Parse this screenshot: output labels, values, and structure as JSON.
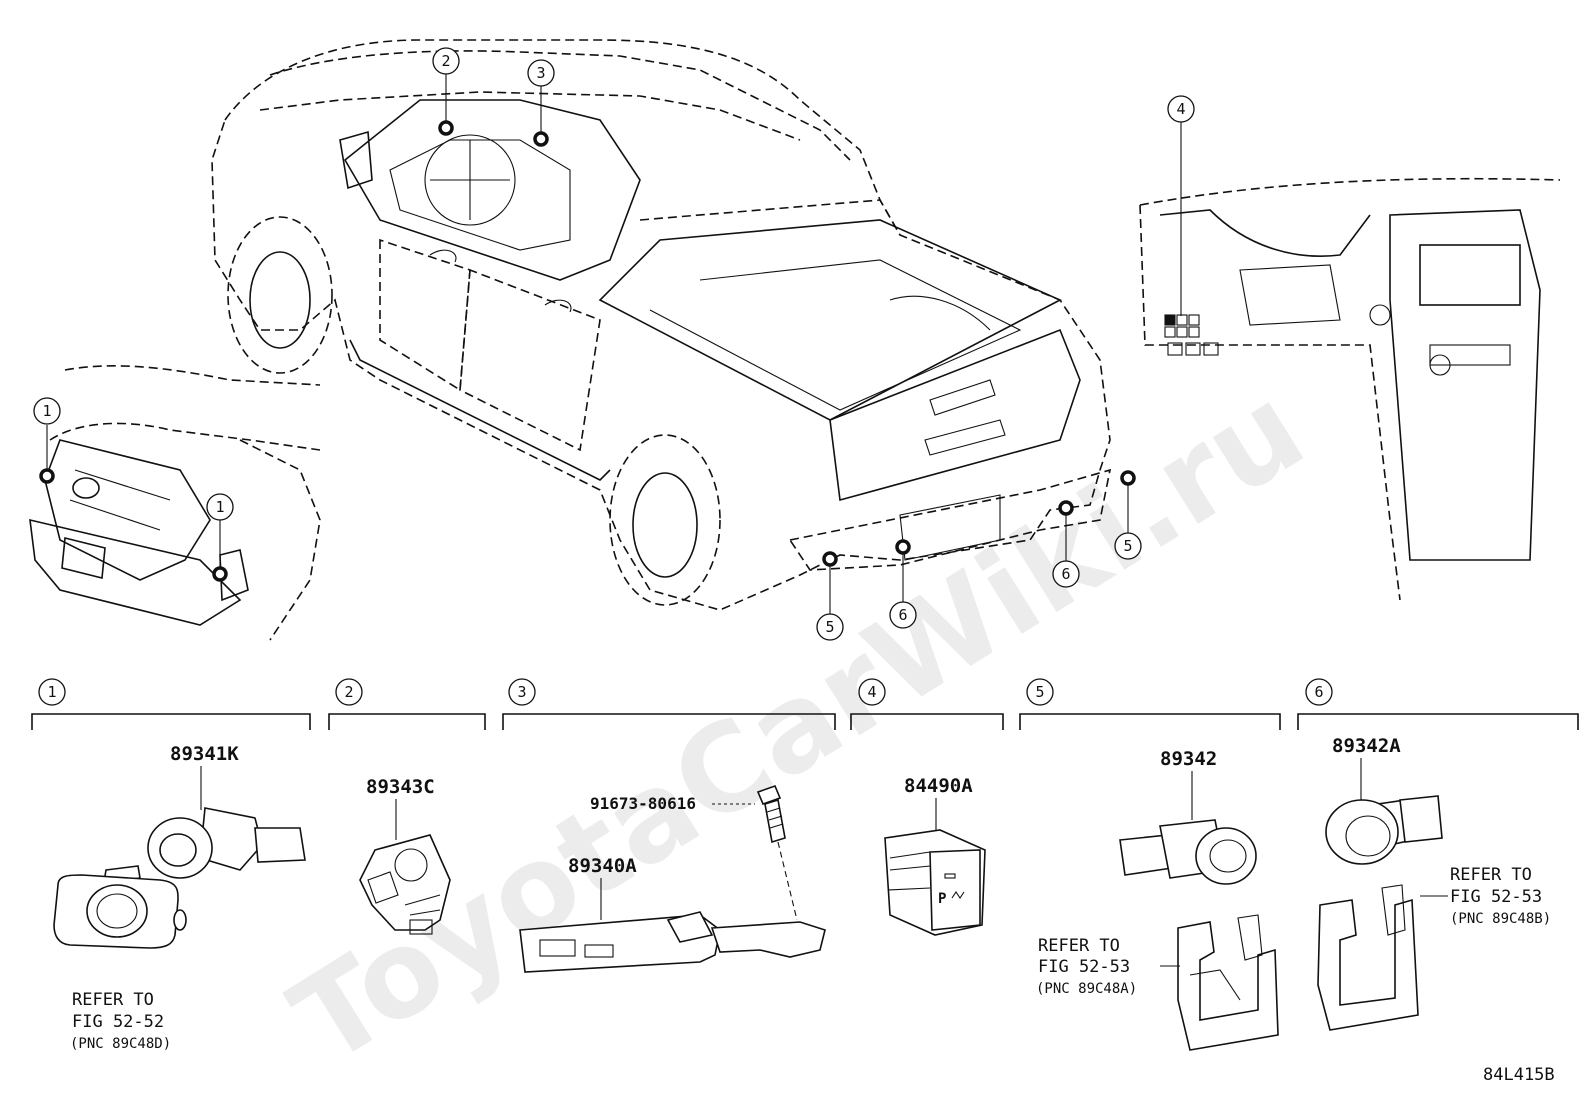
{
  "watermark": "ToyotaCarWiki.ru",
  "diagram_code": "84L415B",
  "callout_markers": [
    "1",
    "1",
    "2",
    "3",
    "4",
    "5",
    "5",
    "6",
    "6"
  ],
  "sections": [
    {
      "number": "1",
      "parts": [
        "89341K"
      ],
      "refer": [
        "REFER TO",
        "FIG 52-52",
        "(PNC 89C48D)"
      ]
    },
    {
      "number": "2",
      "parts": [
        "89343C"
      ]
    },
    {
      "number": "3",
      "parts": [
        "91673-80616",
        "89340A"
      ]
    },
    {
      "number": "4",
      "parts": [
        "84490A"
      ]
    },
    {
      "number": "5",
      "parts": [
        "89342"
      ],
      "refer": [
        "REFER TO",
        "FIG 52-53",
        "(PNC 89C48A)"
      ]
    },
    {
      "number": "6",
      "parts": [
        "89342A"
      ],
      "refer": [
        "REFER TO",
        "FIG 52-53",
        "(PNC 89C48B)"
      ]
    }
  ]
}
